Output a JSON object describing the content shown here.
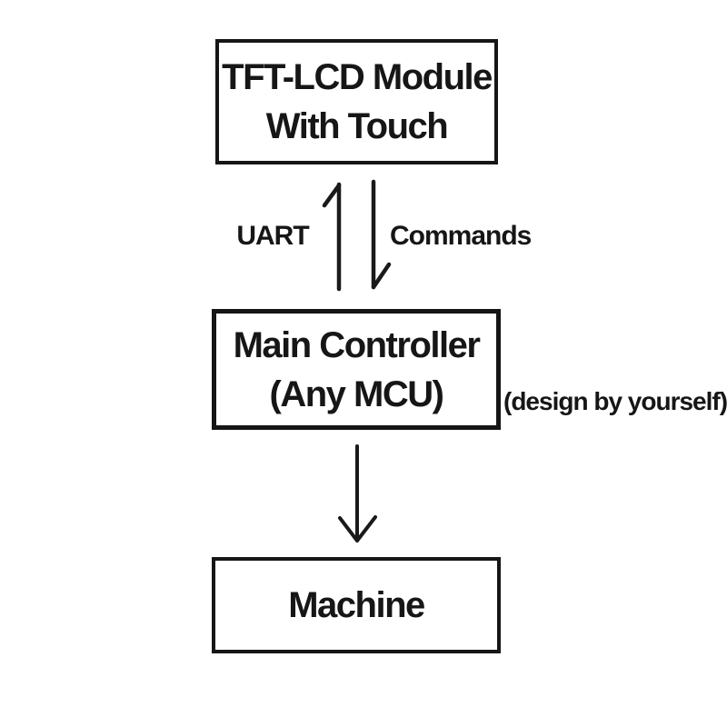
{
  "canvas": {
    "background_color": "#ffffff",
    "ink_color": "#161616"
  },
  "nodes": {
    "tft": {
      "line1": "TFT-LCD Module",
      "line2": "With Touch"
    },
    "mcu": {
      "line1": "Main Controller",
      "line2": "(Any MCU)"
    },
    "machine": {
      "line1": "Machine"
    }
  },
  "labels": {
    "uart": "UART",
    "commands": "Commands",
    "design_note": "(design by yourself)"
  }
}
